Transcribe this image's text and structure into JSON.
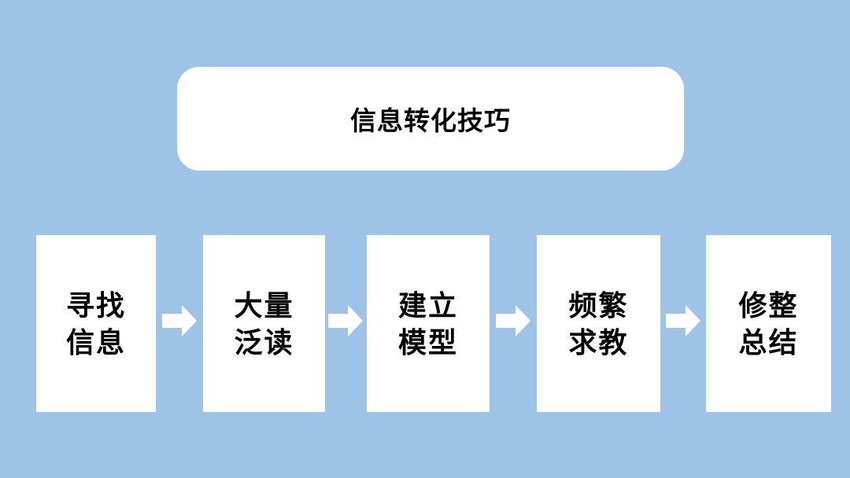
{
  "title": {
    "text": "信息转化技巧"
  },
  "steps": [
    {
      "line1": "寻找",
      "line2": "信息"
    },
    {
      "line1": "大量",
      "line2": "泛读"
    },
    {
      "line1": "建立",
      "line2": "模型"
    },
    {
      "line1": "频繁",
      "line2": "求教"
    },
    {
      "line1": "修整",
      "line2": "总结"
    }
  ],
  "icons": {
    "arrow": "right-block-arrow"
  },
  "colors": {
    "background": "#9dc3e6",
    "box_fill": "#ffffff",
    "arrow_fill": "#ffffff",
    "text": "#000000"
  }
}
